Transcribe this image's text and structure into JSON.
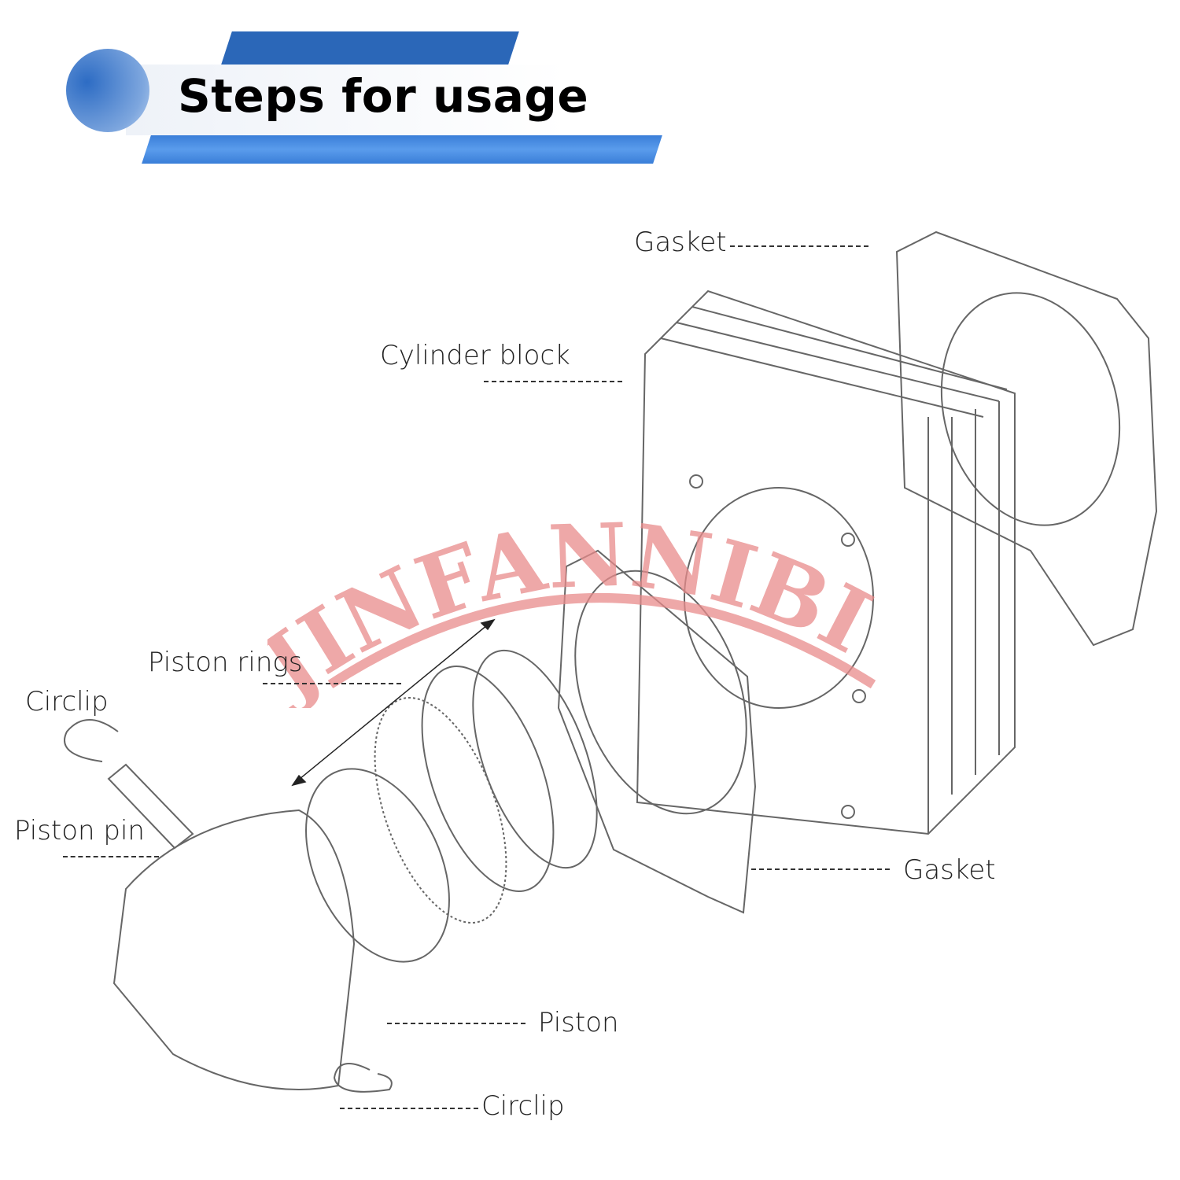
{
  "header": {
    "title": "Steps for usage"
  },
  "watermark": {
    "text": "JINFANNIBI",
    "color": "#e88b8b"
  },
  "colors": {
    "banner_dark": "#2b67b8",
    "banner_light": "#5a9cec"
  },
  "labels": {
    "gasket_top": "Gasket",
    "cylinder_block": "Cylinder block",
    "piston_rings": "Piston rings",
    "circlip_top": "Circlip",
    "piston_pin": "Piston pin",
    "gasket_bottom": "Gasket",
    "piston": "Piston",
    "circlip_bottom": "Circlip"
  }
}
